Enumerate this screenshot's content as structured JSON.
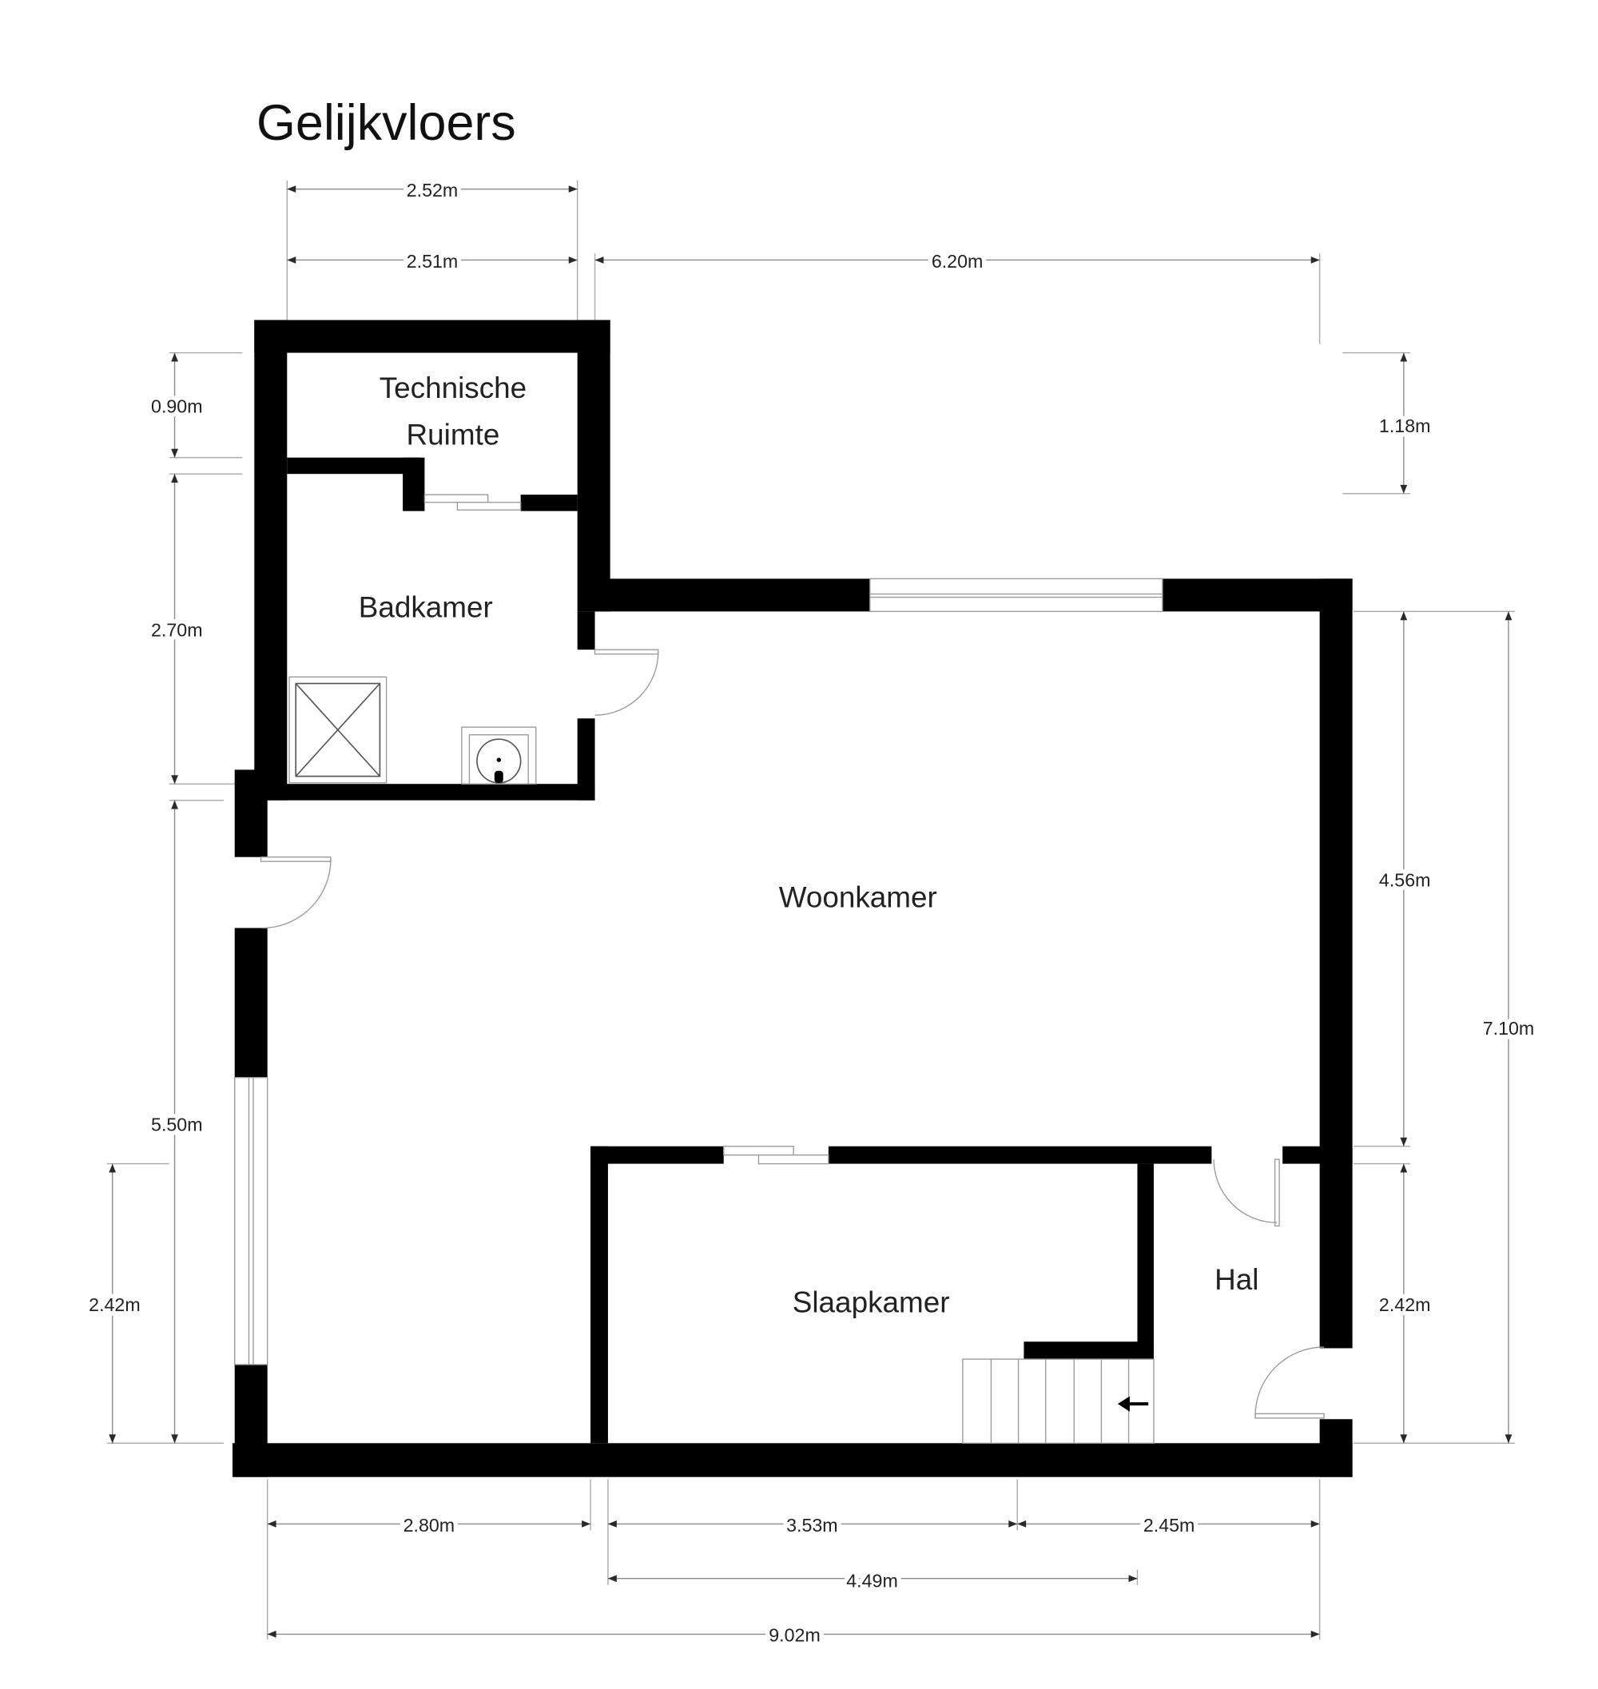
{
  "title": "Gelijkvloers",
  "rooms": {
    "technische_ruimte": [
      "Technische",
      "Ruimte"
    ],
    "badkamer": "Badkamer",
    "woonkamer": "Woonkamer",
    "slaapkamer": "Slaapkamer",
    "hal": "Hal"
  },
  "dimensions": {
    "top_outer": "2.52m",
    "top_tech": "2.51m",
    "top_right": "6.20m",
    "left_tech": "0.90m",
    "left_bath": "2.70m",
    "left_living": "5.50m",
    "left_window": "2.42m",
    "right_upper": "1.18m",
    "right_living": "4.56m",
    "right_total": "7.10m",
    "right_hal": "2.42m",
    "bottom_left": "2.80m",
    "bottom_mid": "3.53m",
    "bottom_right": "2.45m",
    "bottom_bedroom": "4.49m",
    "bottom_total": "9.02m"
  },
  "icons": {
    "shower": "shower-icon",
    "toilet": "toilet-icon",
    "stairs": "stairs-icon",
    "stair_direction": "arrow-left-icon"
  },
  "colors": {
    "walls": "#000000",
    "background": "#ffffff",
    "dimension_lines": "#8a8a8a"
  }
}
